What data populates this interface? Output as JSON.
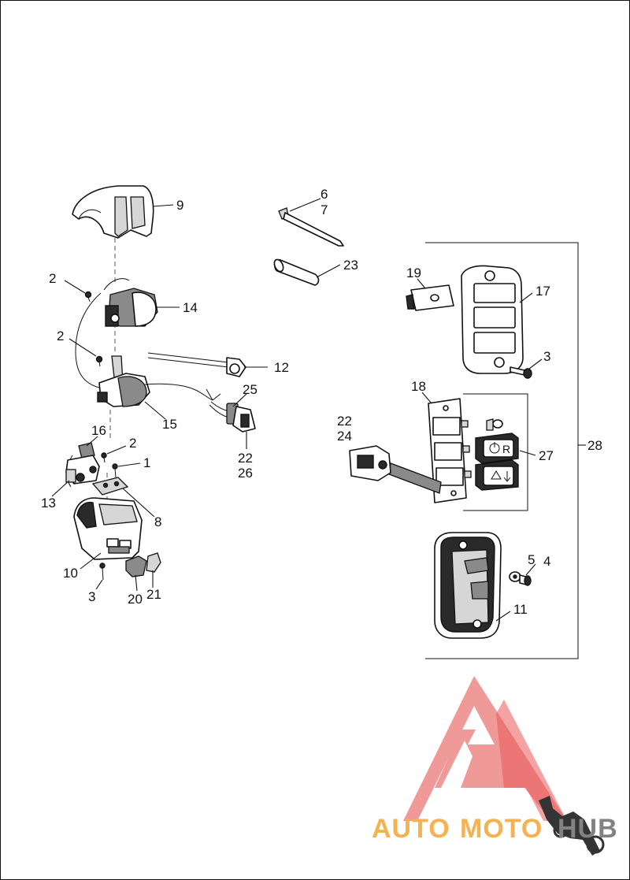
{
  "callouts": {
    "c1": "1",
    "c2a": "2",
    "c2b": "2",
    "c2c": "2",
    "c3a": "3",
    "c3b": "3",
    "c4": "4",
    "c5": "5",
    "c6": "6",
    "c7": "7",
    "c8": "8",
    "c9": "9",
    "c10": "10",
    "c11": "11",
    "c12": "12",
    "c13": "13",
    "c14": "14",
    "c15": "15",
    "c16": "16",
    "c17": "17",
    "c18": "18",
    "c19": "19",
    "c20": "20",
    "c21": "21",
    "c22a": "22",
    "c22b": "22",
    "c23": "23",
    "c24": "24",
    "c25": "25",
    "c26": "26",
    "c27": "27",
    "c28": "28"
  },
  "switch_legends": {
    "reverse_button": "R"
  },
  "watermark": {
    "part1": "AUTO",
    "part2": "MOTO",
    "part3": "HUB",
    "color_red": "#e53b3b",
    "color_orange": "#f4a531",
    "color_gray": "#6d6d6d"
  }
}
